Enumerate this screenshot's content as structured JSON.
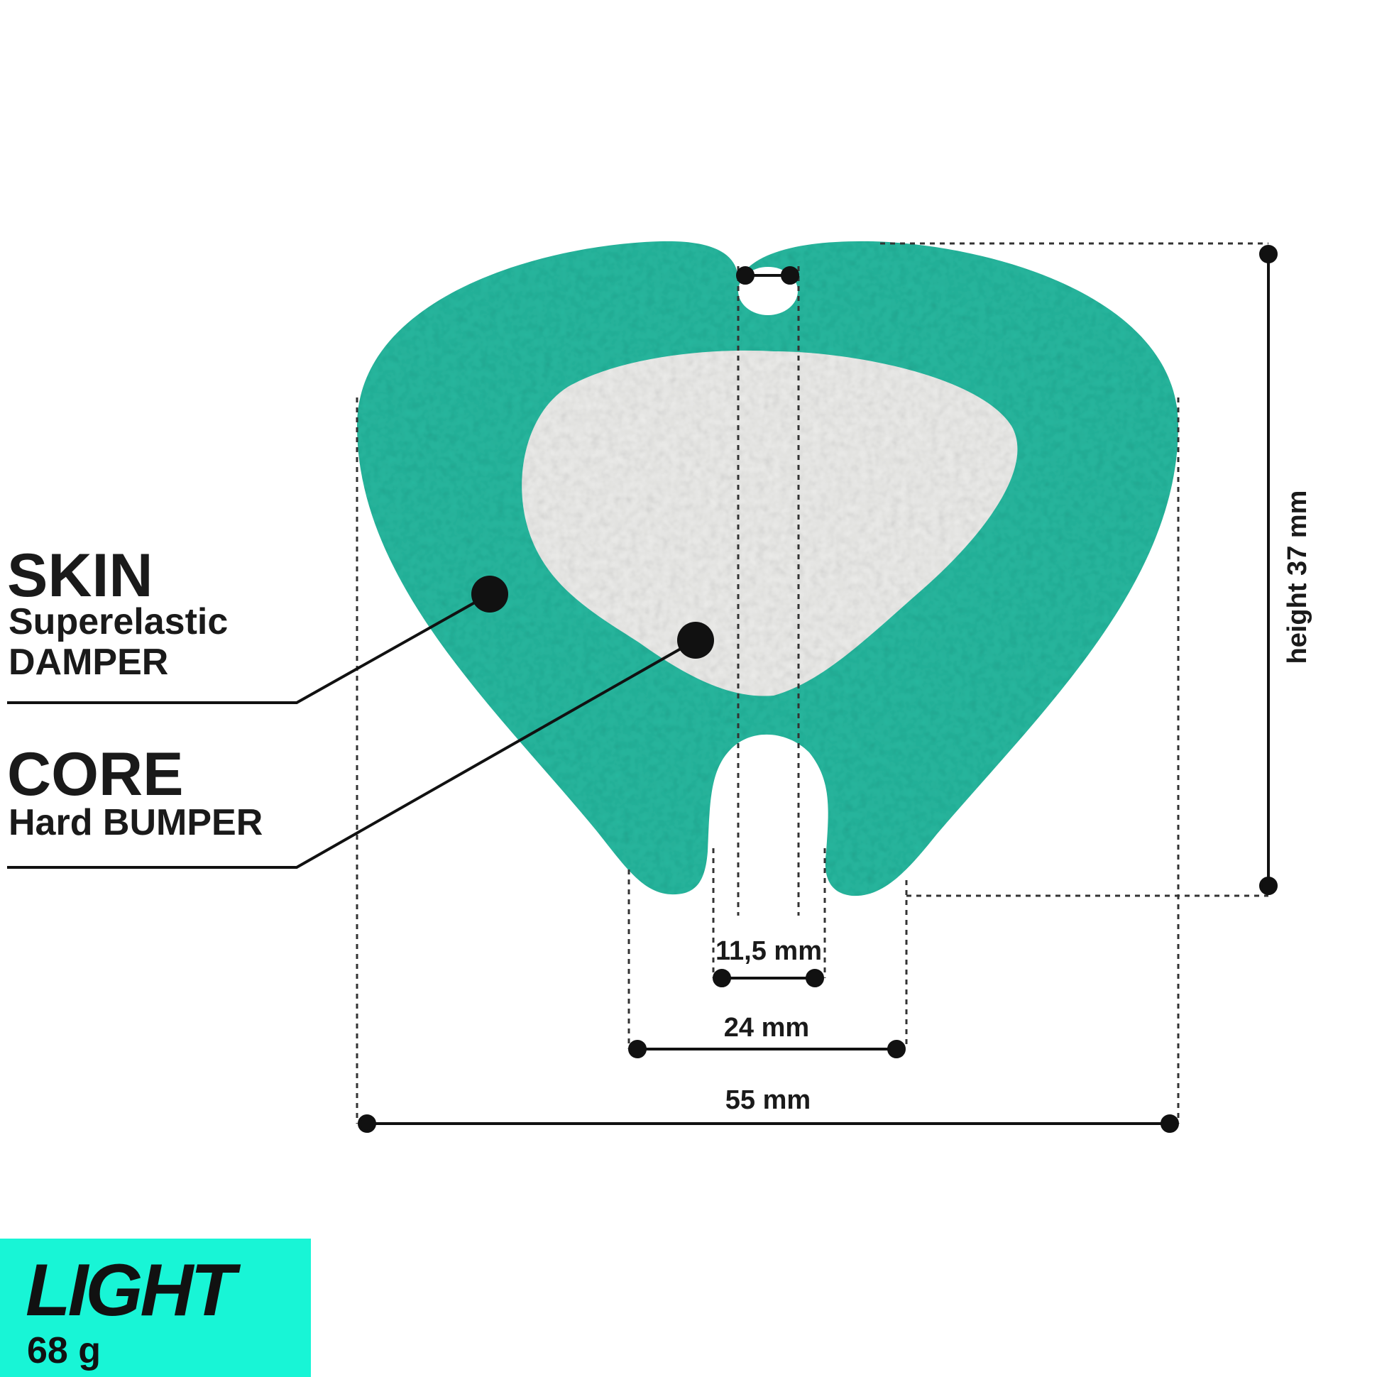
{
  "labels": {
    "skin": {
      "title": "SKIN",
      "line1": "Superelastic",
      "line2": "DAMPER"
    },
    "core": {
      "title": "CORE",
      "line1": "Hard BUMPER"
    }
  },
  "dimensions": {
    "height": "height 37 mm",
    "inner_gap": "11,5 mm",
    "base_width": "24 mm",
    "total_width": "55 mm"
  },
  "badge": {
    "name": "LIGHT",
    "weight": "68 g"
  },
  "colors": {
    "skin": "#26b89f",
    "core": "#ececea",
    "badge": "#18f5d6",
    "ink": "#1a1a1a"
  }
}
